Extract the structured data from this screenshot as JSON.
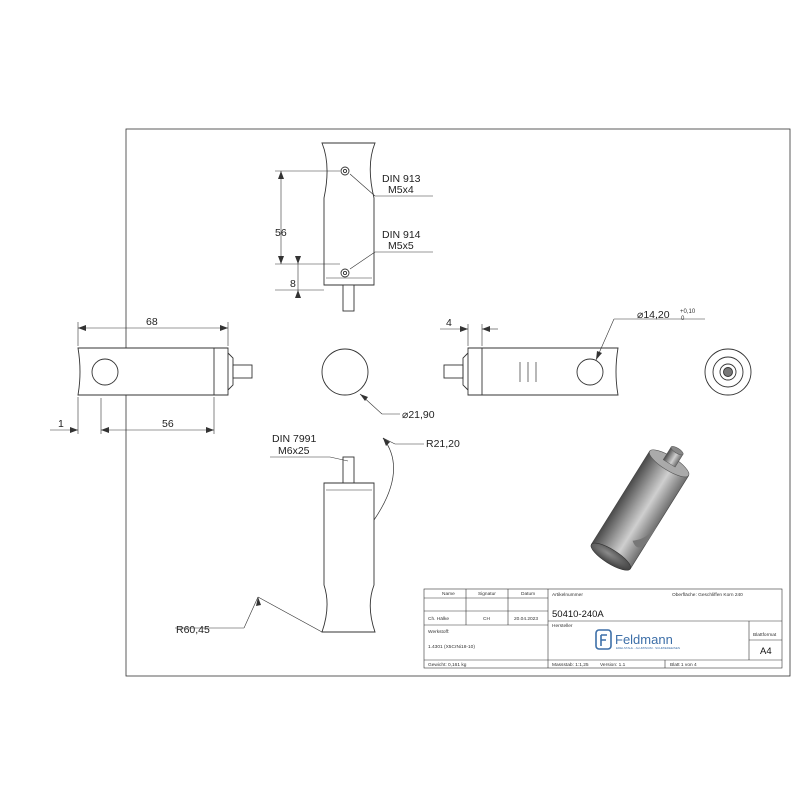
{
  "labels": {
    "din913_a": "DIN 913",
    "din913_b": "M5x4",
    "din914_a": "DIN 914",
    "din914_b": "M5x5",
    "dim56_vertical": "56",
    "dim8": "8",
    "dim68": "68",
    "dim1": "1",
    "dim56_horizontal": "56",
    "dim4": "4",
    "diameter_hole": "⌀14,20",
    "tol_plus": "+0,10",
    "tol_zero": "0",
    "diameter_21": "⌀21,90",
    "din7991_a": "DIN 7991",
    "din7991_b": "M6x25",
    "radius_21": "R21,20",
    "radius_60": "R60,45"
  },
  "title_block": {
    "h_name": "Name",
    "h_signatur": "Signatur",
    "h_datum": "Datum",
    "drafter_name": "Ch. Hälke",
    "drafter_sig": "CH",
    "drafter_date": "20.04.2023",
    "h_artikelnummer": "Artikelnummer",
    "article_number": "50410-240A",
    "surface": "Oberfläche:  Geschliffen Korn 240",
    "h_hersteller": "Hersteller",
    "h_werkstoff": "Werkstoff:",
    "material": "1.4301 (X5CrNi18-10)",
    "weight": "Gewicht: 0,161 kg",
    "scale": "Massstab: 1:1,25",
    "version": "Version: 1.1",
    "sheet": "Blatt 1 von 4",
    "h_blattformat": "Blattformat",
    "format": "A4",
    "logo_text": "Feldmann",
    "logo_sub": "EDELSTAHL · ALUMINIUM · SCHMIEDEEISEN"
  }
}
